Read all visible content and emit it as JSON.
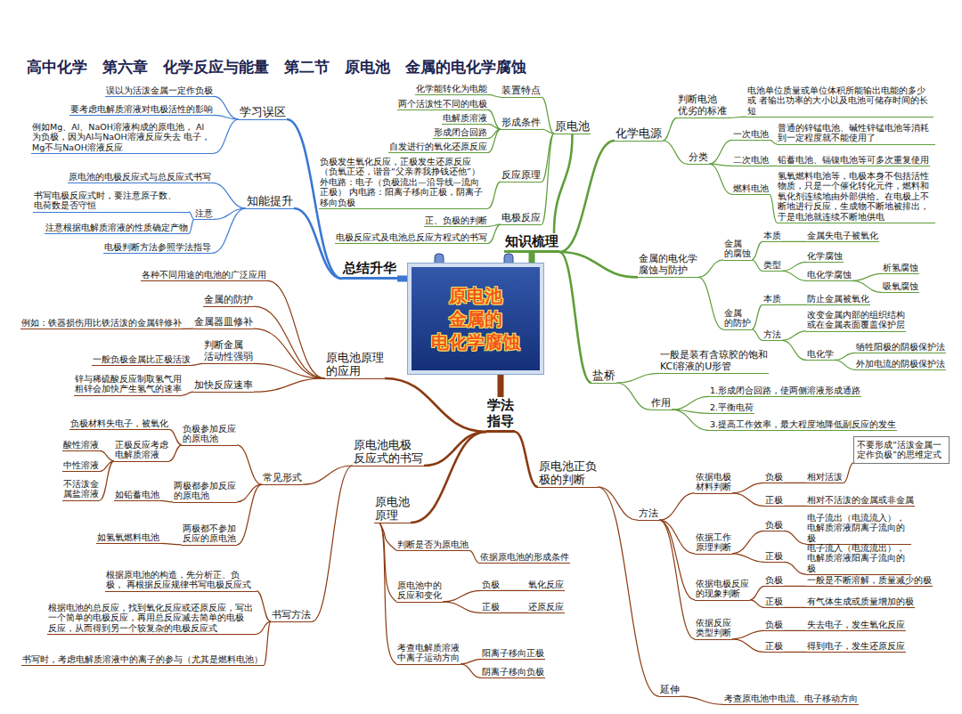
{
  "diagram": {
    "title": "高中化学　第六章　化学反应与能量　第二节　原电池　金属的电化学腐蚀",
    "nodes": [
      {
        "text": [
          "原电池 金属的 电化学腐蚀"
        ]
      },
      {
        "text": [
          "总结升华"
        ]
      },
      {
        "text": [
          "学习误区"
        ]
      },
      {
        "text": [
          "误以为活泼金属一定作负极"
        ]
      },
      {
        "text": [
          "要考虑电解质溶液对电极活性的影响"
        ]
      },
      {
        "text": [
          "例如Mg、Al、NaOH溶液构成的原电池， Al为负极，因为Al与NaOH溶液反应失去 电子，Mg不与NaOH溶液反应"
        ]
      },
      {
        "text": [
          "知能提升"
        ]
      },
      {
        "text": [
          "原电池的电极反应式与总反应式书写"
        ]
      },
      {
        "text": [
          "注意"
        ]
      },
      {
        "text": [
          "书写电极反应式时，要注意原子数、 电荷数是否守恒"
        ]
      },
      {
        "text": [
          "注意根据电解质溶液的性质确定产物"
        ]
      },
      {
        "text": [
          "电极判断方法参照学法指导"
        ]
      },
      {
        "text": [
          "知识梳理"
        ]
      },
      {
        "text": [
          "原电池"
        ]
      },
      {
        "text": [
          "装置特点"
        ]
      },
      {
        "text": [
          "化学能转化为电能"
        ]
      },
      {
        "text": [
          "形成条件"
        ]
      },
      {
        "text": [
          "两个活泼性不同的电极"
        ]
      },
      {
        "text": [
          "电解质溶液"
        ]
      },
      {
        "text": [
          "形成闭合回路"
        ]
      },
      {
        "text": [
          "自发进行的氧化还原反应"
        ]
      },
      {
        "text": [
          "反应原理"
        ]
      },
      {
        "text": [
          "负极发生氧化反应，正极发生还原反应 （负氧正还，谐音“父亲养我挣钱还他”） 外电路：电子（负极流出—沿导线—流向正极） 内电路：阳离子移向正极，阴离子移向负极"
        ]
      },
      {
        "text": [
          "电极反应"
        ]
      },
      {
        "text": [
          "正、负极的判断"
        ]
      },
      {
        "text": [
          "电极反应式及电池总反应方程式的书写"
        ]
      },
      {
        "text": [
          "化学电源"
        ]
      },
      {
        "text": [
          "判断电池 优劣的标准"
        ]
      },
      {
        "text": [
          "电池单位质量或单位体积所能输出电能的多少或 者输出功率的大小以及电池可储存时间的长短"
        ]
      },
      {
        "text": [
          "分类"
        ]
      },
      {
        "text": [
          "一次电池"
        ]
      },
      {
        "text": [
          "普通的锌锰电池、碱性锌锰电池等消耗 到一定程度就不能使用了"
        ]
      },
      {
        "text": [
          "二次电池"
        ]
      },
      {
        "text": [
          "铅蓄电池、镉镍电池等可多次重复使用"
        ]
      },
      {
        "text": [
          "燃料电池"
        ]
      },
      {
        "text": [
          "氢氧燃料电池等，电极本身不包括活性 物质，只是一个催化转化元件，燃料和 氧化剂连续地由外部供给。在电极上不 断地进行反应，生成物不断地被排出， 于是电池就连续不断地供电"
        ]
      },
      {
        "text": [
          "金属的电化学 腐蚀与防护"
        ]
      },
      {
        "text": [
          "金属 的腐蚀"
        ]
      },
      {
        "text": [
          "本质"
        ]
      },
      {
        "text": [
          "金属失电子被氧化"
        ]
      },
      {
        "text": [
          "类型"
        ]
      },
      {
        "text": [
          "化学腐蚀"
        ]
      },
      {
        "text": [
          "电化学腐蚀"
        ]
      },
      {
        "text": [
          "析氢腐蚀"
        ]
      },
      {
        "text": [
          "吸氧腐蚀"
        ]
      },
      {
        "text": [
          "金属 的防护"
        ]
      },
      {
        "text": [
          "本质"
        ]
      },
      {
        "text": [
          "防止金属被氧化"
        ]
      },
      {
        "text": [
          "方法"
        ]
      },
      {
        "text": [
          "改变金属内部的组织结构 或在金属表面覆盖保护层"
        ]
      },
      {
        "text": [
          "电化学"
        ]
      },
      {
        "text": [
          "牺牲阳极的阴极保护法"
        ]
      },
      {
        "text": [
          "外加电流的阴极保护法"
        ]
      },
      {
        "text": [
          "盐桥"
        ]
      },
      {
        "text": [
          "一般是装有含琼胶的饱和 KCl溶液的U形管"
        ]
      },
      {
        "text": [
          "作用"
        ]
      },
      {
        "text": [
          "1.形成闭合回路，使两侧溶液形成通路"
        ]
      },
      {
        "text": [
          "2.平衡电荷"
        ]
      },
      {
        "text": [
          "3.提高工作效率，最大程度地降低副反应的发生"
        ]
      },
      {
        "text": [
          "学法 指导"
        ]
      },
      {
        "text": [
          "原电池原理 的应用"
        ]
      },
      {
        "text": [
          "各种不同用途的电池的广泛应用"
        ]
      },
      {
        "text": [
          "金属的防护"
        ]
      },
      {
        "text": [
          "金属器皿修补"
        ]
      },
      {
        "text": [
          "例如：铁器损伤用比铁活泼的金属锌修补"
        ]
      },
      {
        "text": [
          "判断金属 活动性强弱"
        ]
      },
      {
        "text": [
          "一般负极金属比正极活泼"
        ]
      },
      {
        "text": [
          "加快反应速率"
        ]
      },
      {
        "text": [
          "锌与稀硫酸反应制取氢气用 粗锌会加快产生氢气的速率"
        ]
      },
      {
        "text": [
          "原电池电极 反应式的书写"
        ]
      },
      {
        "text": [
          "常见形式"
        ]
      },
      {
        "text": [
          "负极参加反应 的原电池"
        ]
      },
      {
        "text": [
          "负极材料失电子，被氧化"
        ]
      },
      {
        "text": [
          "正极反应考虑 电解质溶液"
        ]
      },
      {
        "text": [
          "酸性溶液"
        ]
      },
      {
        "text": [
          "中性溶液"
        ]
      },
      {
        "text": [
          "不活泼金 属盐溶液"
        ]
      },
      {
        "text": [
          "两极都参加反应 的原电池"
        ]
      },
      {
        "text": [
          "如铅蓄电池"
        ]
      },
      {
        "text": [
          "两极都不参加 反应的原电池"
        ]
      },
      {
        "text": [
          "如氢氧燃料电池"
        ]
      },
      {
        "text": [
          "书写方法"
        ]
      },
      {
        "text": [
          "根据原电池的构造，先分析正、负极， 再根据反应规律书写电极反应式"
        ]
      },
      {
        "text": [
          "根据电池的总反应，找到氧化反应或还原反应，写出 一个简单的电极反应，再用总反应减去简单的电极 反应，从而得到另一个较复杂的电极反应式"
        ]
      },
      {
        "text": [
          "书写时，考虑电解质溶液中的离子的参与（尤其是燃料电池）"
        ]
      },
      {
        "text": [
          "原电池 原理"
        ]
      },
      {
        "text": [
          "判断是否为原电池"
        ]
      },
      {
        "text": [
          "依据原电池的形成条件"
        ]
      },
      {
        "text": [
          "原电池中的 反应和变化"
        ]
      },
      {
        "text": [
          "负极"
        ]
      },
      {
        "text": [
          "氧化反应"
        ]
      },
      {
        "text": [
          "正极"
        ]
      },
      {
        "text": [
          "还原反应"
        ]
      },
      {
        "text": [
          "考查电解质溶液 中离子运动方向"
        ]
      },
      {
        "text": [
          "阳离子移向正极"
        ]
      },
      {
        "text": [
          "阴离子移向负极"
        ]
      },
      {
        "text": [
          "原电池正负 极的判断"
        ]
      },
      {
        "text": [
          "方法"
        ]
      },
      {
        "text": [
          "依据电极 材料判断"
        ]
      },
      {
        "text": [
          "负极"
        ]
      },
      {
        "text": [
          "相对活泼"
        ]
      },
      {
        "text": [
          "不要形成“活泼金属一 定作负极”的思维定式"
        ]
      },
      {
        "text": [
          "正极"
        ]
      },
      {
        "text": [
          "相对不活泼的金属或非金属"
        ]
      },
      {
        "text": [
          "依据工作 原理判断"
        ]
      },
      {
        "text": [
          "负极"
        ]
      },
      {
        "text": [
          "电子流出（电流流入）， 电解质溶液阴离子流向的极"
        ]
      },
      {
        "text": [
          "正极"
        ]
      },
      {
        "text": [
          "电子流入（电流流出）， 电解质溶液阳离子流向的极"
        ]
      },
      {
        "text": [
          "依据电极反应 的现象判断"
        ]
      },
      {
        "text": [
          "负极"
        ]
      },
      {
        "text": [
          "一般是不断溶解，质量减少的极"
        ]
      },
      {
        "text": [
          "正极"
        ]
      },
      {
        "text": [
          "有气体生成或质量增加的极"
        ]
      },
      {
        "text": [
          "依据反应 类型判断"
        ]
      },
      {
        "text": [
          "负极"
        ]
      },
      {
        "text": [
          "失去电子，发生氧化反应"
        ]
      },
      {
        "text": [
          "正极"
        ]
      },
      {
        "text": [
          "得到电子，发生还原反应"
        ]
      },
      {
        "text": [
          "延伸"
        ]
      },
      {
        "text": [
          "考查原电池中电流、电子移动方向"
        ]
      }
    ],
    "edges": [
      {
        "from": 0,
        "to": 1,
        "arrow": "none"
      },
      {
        "from": 1,
        "to": 2,
        "arrow": "none"
      },
      {
        "from": 2,
        "to": 3,
        "arrow": "none"
      },
      {
        "from": 2,
        "to": 4,
        "arrow": "none"
      },
      {
        "from": 2,
        "to": 5,
        "arrow": "none"
      },
      {
        "from": 1,
        "to": 6,
        "arrow": "none"
      },
      {
        "from": 6,
        "to": 7,
        "arrow": "none"
      },
      {
        "from": 6,
        "to": 8,
        "arrow": "none"
      },
      {
        "from": 8,
        "to": 9,
        "arrow": "none"
      },
      {
        "from": 8,
        "to": 10,
        "arrow": "none"
      },
      {
        "from": 6,
        "to": 11,
        "arrow": "none"
      },
      {
        "from": 0,
        "to": 12,
        "arrow": "none"
      },
      {
        "from": 12,
        "to": 13,
        "arrow": "none"
      },
      {
        "from": 13,
        "to": 14,
        "arrow": "none"
      },
      {
        "from": 14,
        "to": 15,
        "arrow": "none"
      },
      {
        "from": 13,
        "to": 16,
        "arrow": "none"
      },
      {
        "from": 16,
        "to": 17,
        "arrow": "none"
      },
      {
        "from": 16,
        "to": 18,
        "arrow": "none"
      },
      {
        "from": 16,
        "to": 19,
        "arrow": "none"
      },
      {
        "from": 16,
        "to": 20,
        "arrow": "none"
      },
      {
        "from": 13,
        "to": 21,
        "arrow": "none"
      },
      {
        "from": 21,
        "to": 22,
        "arrow": "none"
      },
      {
        "from": 13,
        "to": 23,
        "arrow": "none"
      },
      {
        "from": 23,
        "to": 24,
        "arrow": "none"
      },
      {
        "from": 23,
        "to": 25,
        "arrow": "none"
      },
      {
        "from": 12,
        "to": 26,
        "arrow": "none"
      },
      {
        "from": 26,
        "to": 27,
        "arrow": "none"
      },
      {
        "from": 27,
        "to": 28,
        "arrow": "none"
      },
      {
        "from": 26,
        "to": 29,
        "arrow": "none"
      },
      {
        "from": 29,
        "to": 30,
        "arrow": "none"
      },
      {
        "from": 30,
        "to": 31,
        "arrow": "none"
      },
      {
        "from": 29,
        "to": 32,
        "arrow": "none"
      },
      {
        "from": 32,
        "to": 33,
        "arrow": "none"
      },
      {
        "from": 29,
        "to": 34,
        "arrow": "none"
      },
      {
        "from": 34,
        "to": 35,
        "arrow": "none"
      },
      {
        "from": 12,
        "to": 36,
        "arrow": "none"
      },
      {
        "from": 36,
        "to": 37,
        "arrow": "none"
      },
      {
        "from": 37,
        "to": 38,
        "arrow": "none"
      },
      {
        "from": 38,
        "to": 39,
        "arrow": "none"
      },
      {
        "from": 37,
        "to": 40,
        "arrow": "none"
      },
      {
        "from": 40,
        "to": 41,
        "arrow": "none"
      },
      {
        "from": 40,
        "to": 42,
        "arrow": "none"
      },
      {
        "from": 42,
        "to": 43,
        "arrow": "none"
      },
      {
        "from": 42,
        "to": 44,
        "arrow": "none"
      },
      {
        "from": 36,
        "to": 45,
        "arrow": "none"
      },
      {
        "from": 45,
        "to": 46,
        "arrow": "none"
      },
      {
        "from": 46,
        "to": 47,
        "arrow": "none"
      },
      {
        "from": 45,
        "to": 48,
        "arrow": "none"
      },
      {
        "from": 48,
        "to": 49,
        "arrow": "none"
      },
      {
        "from": 48,
        "to": 50,
        "arrow": "none"
      },
      {
        "from": 50,
        "to": 51,
        "arrow": "none"
      },
      {
        "from": 50,
        "to": 52,
        "arrow": "none"
      },
      {
        "from": 12,
        "to": 53,
        "arrow": "none"
      },
      {
        "from": 53,
        "to": 54,
        "arrow": "none"
      },
      {
        "from": 53,
        "to": 55,
        "arrow": "none"
      },
      {
        "from": 55,
        "to": 56,
        "arrow": "none"
      },
      {
        "from": 55,
        "to": 57,
        "arrow": "none"
      },
      {
        "from": 55,
        "to": 58,
        "arrow": "none"
      },
      {
        "from": 0,
        "to": 59,
        "arrow": "none"
      },
      {
        "from": 59,
        "to": 60,
        "arrow": "none"
      },
      {
        "from": 60,
        "to": 61,
        "arrow": "none"
      },
      {
        "from": 60,
        "to": 62,
        "arrow": "none"
      },
      {
        "from": 60,
        "to": 63,
        "arrow": "none"
      },
      {
        "from": 63,
        "to": 64,
        "arrow": "none"
      },
      {
        "from": 60,
        "to": 65,
        "arrow": "none"
      },
      {
        "from": 65,
        "to": 66,
        "arrow": "none"
      },
      {
        "from": 60,
        "to": 67,
        "arrow": "none"
      },
      {
        "from": 67,
        "to": 68,
        "arrow": "none"
      },
      {
        "from": 59,
        "to": 69,
        "arrow": "none"
      },
      {
        "from": 69,
        "to": 70,
        "arrow": "none"
      },
      {
        "from": 70,
        "to": 71,
        "arrow": "none"
      },
      {
        "from": 71,
        "to": 72,
        "arrow": "none"
      },
      {
        "from": 71,
        "to": 73,
        "arrow": "none"
      },
      {
        "from": 73,
        "to": 74,
        "arrow": "none"
      },
      {
        "from": 73,
        "to": 75,
        "arrow": "none"
      },
      {
        "from": 73,
        "to": 76,
        "arrow": "none"
      },
      {
        "from": 70,
        "to": 77,
        "arrow": "none"
      },
      {
        "from": 77,
        "to": 78,
        "arrow": "none"
      },
      {
        "from": 70,
        "to": 79,
        "arrow": "none"
      },
      {
        "from": 79,
        "to": 80,
        "arrow": "none"
      },
      {
        "from": 69,
        "to": 81,
        "arrow": "none"
      },
      {
        "from": 81,
        "to": 82,
        "arrow": "none"
      },
      {
        "from": 81,
        "to": 83,
        "arrow": "none"
      },
      {
        "from": 81,
        "to": 84,
        "arrow": "none"
      },
      {
        "from": 59,
        "to": 85,
        "arrow": "none"
      },
      {
        "from": 85,
        "to": 86,
        "arrow": "none"
      },
      {
        "from": 86,
        "to": 87,
        "arrow": "none"
      },
      {
        "from": 85,
        "to": 88,
        "arrow": "none"
      },
      {
        "from": 88,
        "to": 89,
        "arrow": "none"
      },
      {
        "from": 89,
        "to": 90,
        "arrow": "none"
      },
      {
        "from": 88,
        "to": 91,
        "arrow": "none"
      },
      {
        "from": 91,
        "to": 92,
        "arrow": "none"
      },
      {
        "from": 85,
        "to": 93,
        "arrow": "none"
      },
      {
        "from": 93,
        "to": 94,
        "arrow": "none"
      },
      {
        "from": 93,
        "to": 95,
        "arrow": "none"
      },
      {
        "from": 59,
        "to": 96,
        "arrow": "none"
      },
      {
        "from": 96,
        "to": 97,
        "arrow": "none"
      },
      {
        "from": 97,
        "to": 98,
        "arrow": "none"
      },
      {
        "from": 98,
        "to": 99,
        "arrow": "none"
      },
      {
        "from": 99,
        "to": 100,
        "arrow": "none"
      },
      {
        "from": 100,
        "to": 101,
        "arrow": "none"
      },
      {
        "from": 98,
        "to": 102,
        "arrow": "none"
      },
      {
        "from": 102,
        "to": 103,
        "arrow": "none"
      },
      {
        "from": 97,
        "to": 104,
        "arrow": "none"
      },
      {
        "from": 104,
        "to": 105,
        "arrow": "none"
      },
      {
        "from": 105,
        "to": 106,
        "arrow": "none"
      },
      {
        "from": 104,
        "to": 107,
        "arrow": "none"
      },
      {
        "from": 107,
        "to": 108,
        "arrow": "none"
      },
      {
        "from": 97,
        "to": 109,
        "arrow": "none"
      },
      {
        "from": 109,
        "to": 110,
        "arrow": "none"
      },
      {
        "from": 110,
        "to": 111,
        "arrow": "none"
      },
      {
        "from": 109,
        "to": 112,
        "arrow": "none"
      },
      {
        "from": 112,
        "to": 113,
        "arrow": "none"
      },
      {
        "from": 97,
        "to": 114,
        "arrow": "none"
      },
      {
        "from": 114,
        "to": 115,
        "arrow": "none"
      },
      {
        "from": 115,
        "to": 116,
        "arrow": "none"
      },
      {
        "from": 114,
        "to": 117,
        "arrow": "none"
      },
      {
        "from": 117,
        "to": 118,
        "arrow": "none"
      },
      {
        "from": 96,
        "to": 119,
        "arrow": "none"
      },
      {
        "from": 119,
        "to": 120,
        "arrow": "none"
      }
    ]
  }
}
